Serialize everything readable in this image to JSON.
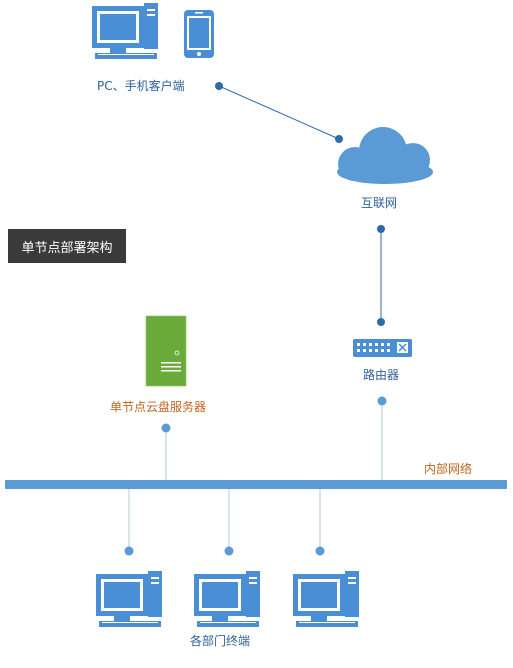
{
  "title": "单节点部署架构",
  "nodes": {
    "clients": "PC、手机客户端",
    "internet": "互联网",
    "router": "路由器",
    "server": "单节点云盘服务器",
    "lan": "内部网络",
    "terminals": "各部门终端"
  },
  "icons": {
    "desktop": "desktop-computer-icon",
    "phone": "smartphone-icon",
    "cloud": "cloud-icon",
    "router": "router-icon",
    "server": "server-tower-icon"
  },
  "colors": {
    "icon_blue": "#4a8fd6",
    "link_blue": "#2e6aa6",
    "server_green": "#6aaa3a",
    "lan_bar": "#5b9bd5",
    "label_blue": "#2f5f98",
    "label_orange": "#c0651f",
    "title_bg": "#3a3a3a"
  }
}
